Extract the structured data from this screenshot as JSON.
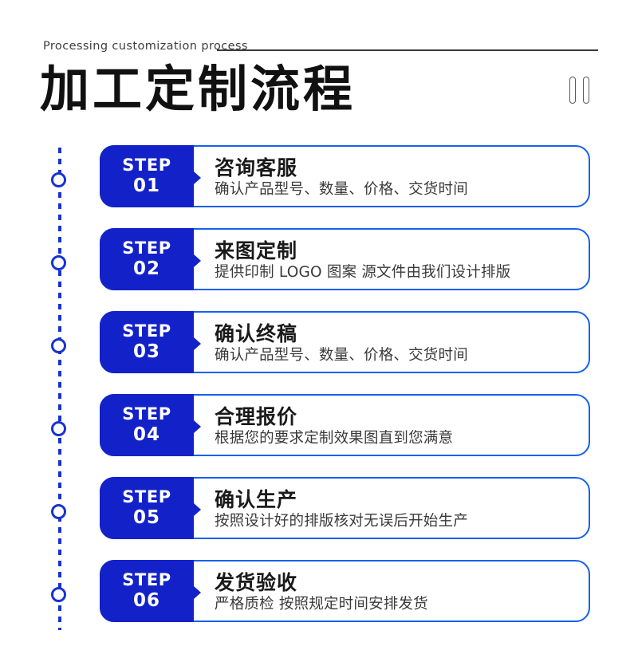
{
  "header": {
    "eyebrow": "Processing customization process",
    "title": "加工定制流程",
    "pause_icon": "pause-icon"
  },
  "theme": {
    "badge_blue": "#1322c8",
    "border_blue": "#1560f0",
    "rail_blue": "#1832d2",
    "title_color": "#111111",
    "desc_color": "#3a3a3a",
    "background": "#ffffff"
  },
  "steps": [
    {
      "label": "STEP",
      "number": "01",
      "title": "咨询客服",
      "desc": "确认产品型号、数量、价格、交货时间"
    },
    {
      "label": "STEP",
      "number": "02",
      "title": "来图定制",
      "desc": "提供印制 LOGO 图案 源文件由我们设计排版"
    },
    {
      "label": "STEP",
      "number": "03",
      "title": "确认终稿",
      "desc": "确认产品型号、数量、价格、交货时间"
    },
    {
      "label": "STEP",
      "number": "04",
      "title": "合理报价",
      "desc": "根据您的要求定制效果图直到您满意"
    },
    {
      "label": "STEP",
      "number": "05",
      "title": "确认生产",
      "desc": "按照设计好的排版核对无误后开始生产"
    },
    {
      "label": "STEP",
      "number": "06",
      "title": "发货验收",
      "desc": "严格质检 按照规定时间安排发货"
    }
  ]
}
